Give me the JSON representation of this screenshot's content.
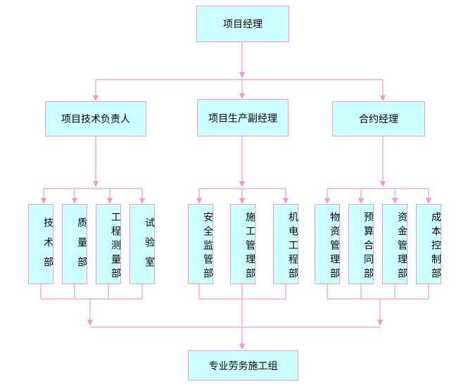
{
  "top": "项目经理",
  "level2": [
    "项目技术负责人",
    "项目生产副经理",
    "合约经理"
  ],
  "groups": [
    [
      "技术部",
      "质量部",
      "工程测量部",
      "试验室"
    ],
    [
      "安全监管部",
      "施工管理部",
      "机电工程部"
    ],
    [
      "物资管理部",
      "预算合同部",
      "资金管理部",
      "成本控制部"
    ]
  ],
  "bottom": "专业劳务施工组",
  "colors": {
    "box_fill": "#ccffff",
    "line": "#f29ac6"
  }
}
